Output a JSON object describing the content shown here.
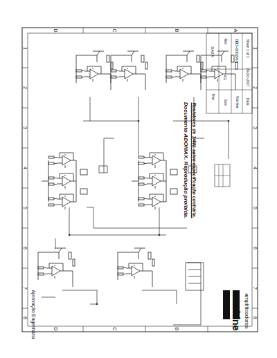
{
  "diagram": {
    "labels": [
      "D",
      "C",
      "B",
      "A",
      "D",
      "C",
      "B",
      "A",
      "1",
      "2",
      "3",
      "4",
      "5",
      "6",
      "7",
      "8",
      "1",
      "2",
      "3",
      "4",
      "5",
      "6",
      "7",
      "8",
      "Documento ADOMAX. Reprodução proibida.",
      "Resistores de 1/4W, salvo especificação contrária.",
      "Title",
      "SA2A",
      "Size",
      "A3",
      "Number",
      "PD-0002/03",
      "Rev",
      "00",
      "Date:",
      "24-Oct-2007",
      "Sheet 1 of 1",
      "machine",
      "amplificadores",
      "Aprovação Engenharia"
    ]
  }
}
